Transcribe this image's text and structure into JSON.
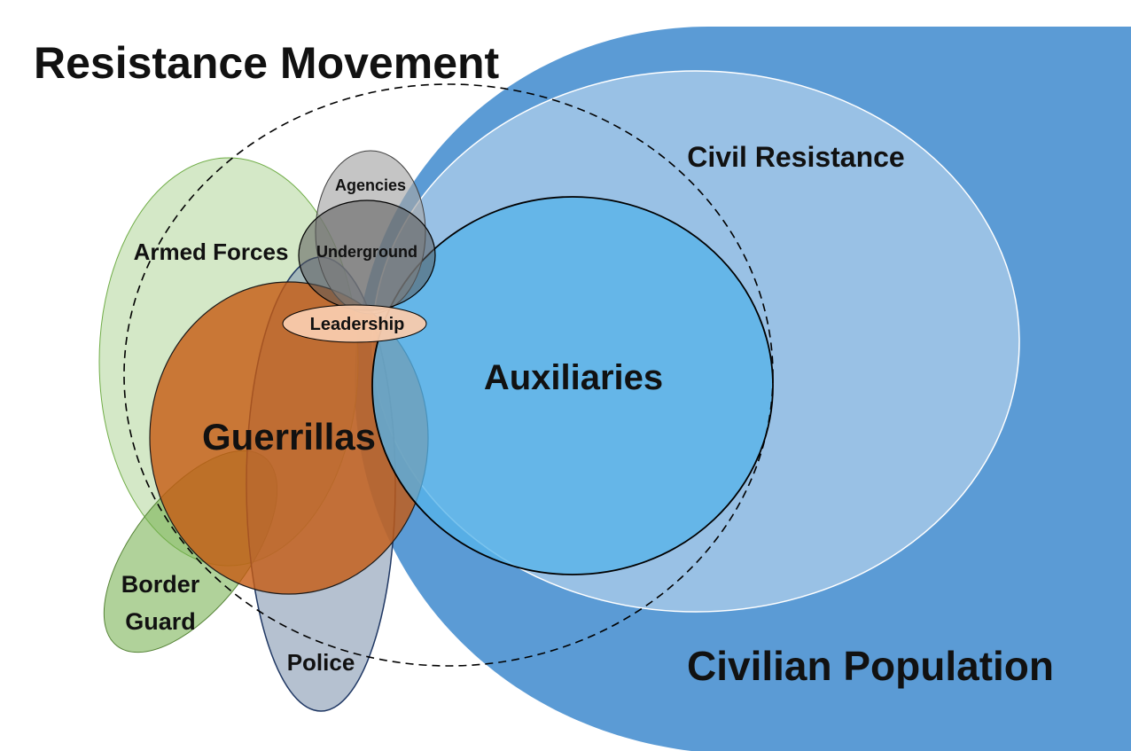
{
  "title": "Resistance Movement",
  "labels": {
    "civilian_population": "Civilian Population",
    "civil_resistance": "Civil Resistance",
    "armed_forces": "Armed Forces",
    "agencies": "Agencies",
    "underground": "Underground",
    "leadership": "Leadership",
    "guerrillas": "Guerrillas",
    "auxiliaries": "Auxiliaries",
    "border_guard_line1": "Border",
    "border_guard_line2": "Guard",
    "police": "Police"
  },
  "colors": {
    "civilian_population": "#5b9bd5",
    "civil_resistance": "#9dc3e6",
    "auxiliaries": "#56b4e9",
    "guerrillas": "#c55a11",
    "armed_forces": "#c5e0b4",
    "border_guard": "#70ad47",
    "police": "#8497b0",
    "agencies": "#a6a6a6",
    "underground": "#595959",
    "leadership": "#f8cbad"
  }
}
